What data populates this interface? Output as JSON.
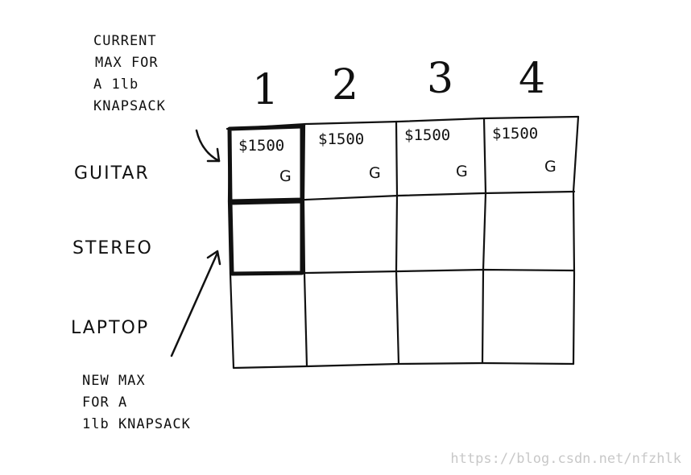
{
  "annotations": {
    "current_max": [
      "CURRENT",
      "MAX FOR",
      "A 1lb",
      "KNAPSACK"
    ],
    "new_max": [
      "NEW MAX",
      "FOR A",
      "1lb KNAPSACK"
    ]
  },
  "columns": [
    "1",
    "2",
    "3",
    "4"
  ],
  "rows": [
    {
      "label": "GUITAR",
      "cells": [
        {
          "value": "$1500",
          "item": "G"
        },
        {
          "value": "$1500",
          "item": "G"
        },
        {
          "value": "$1500",
          "item": "G"
        },
        {
          "value": "$1500",
          "item": "G"
        }
      ]
    },
    {
      "label": "STEREO",
      "cells": []
    },
    {
      "label": "LAPTOP",
      "cells": []
    }
  ],
  "highlighted_cells": [
    {
      "row": 0,
      "col": 0
    },
    {
      "row": 1,
      "col": 0
    }
  ],
  "watermark": "https://blog.csdn.net/nfzhlk",
  "colors": {
    "ink": "#111111",
    "watermark": "#c8c8c8"
  }
}
